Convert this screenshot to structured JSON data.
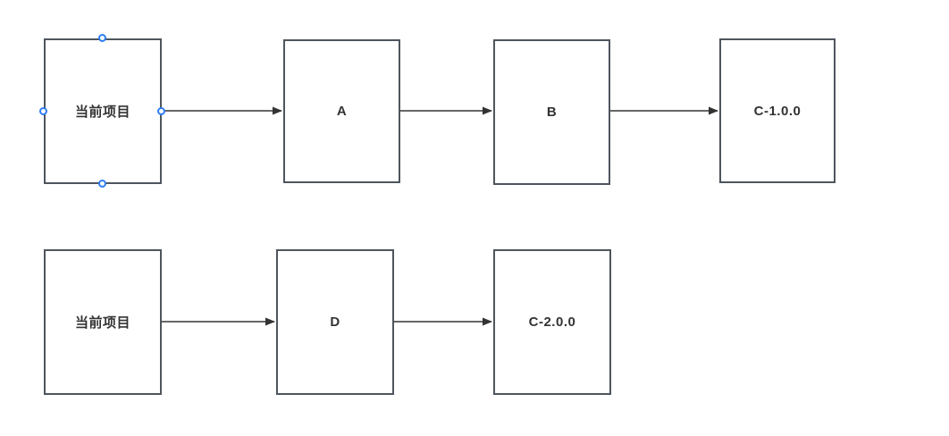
{
  "diagram": {
    "description": "Dependency graph with two chains from the current project",
    "colors": {
      "background": "#ffffff",
      "node_border": "#4e555d",
      "node_fill": "#ffffff",
      "arrow": "#333333",
      "label_text": "#333333",
      "connection_handle_stroke": "#2e7df6",
      "connection_handle_fill": "#ffffff"
    },
    "nodes": {
      "current1": {
        "label": "当前项目"
      },
      "a": {
        "label": "A"
      },
      "b": {
        "label": "B"
      },
      "c100": {
        "label": "C-1.0.0"
      },
      "current2": {
        "label": "当前项目"
      },
      "d": {
        "label": "D"
      },
      "c200": {
        "label": "C-2.0.0"
      }
    },
    "edges": [
      {
        "from": "当前项目",
        "to": "A"
      },
      {
        "from": "A",
        "to": "B"
      },
      {
        "from": "B",
        "to": "C-1.0.0"
      },
      {
        "from": "当前项目",
        "to": "D"
      },
      {
        "from": "D",
        "to": "C-2.0.0"
      }
    ],
    "selected_node": "current1",
    "handles": [
      "top",
      "left",
      "right",
      "bottom"
    ]
  }
}
